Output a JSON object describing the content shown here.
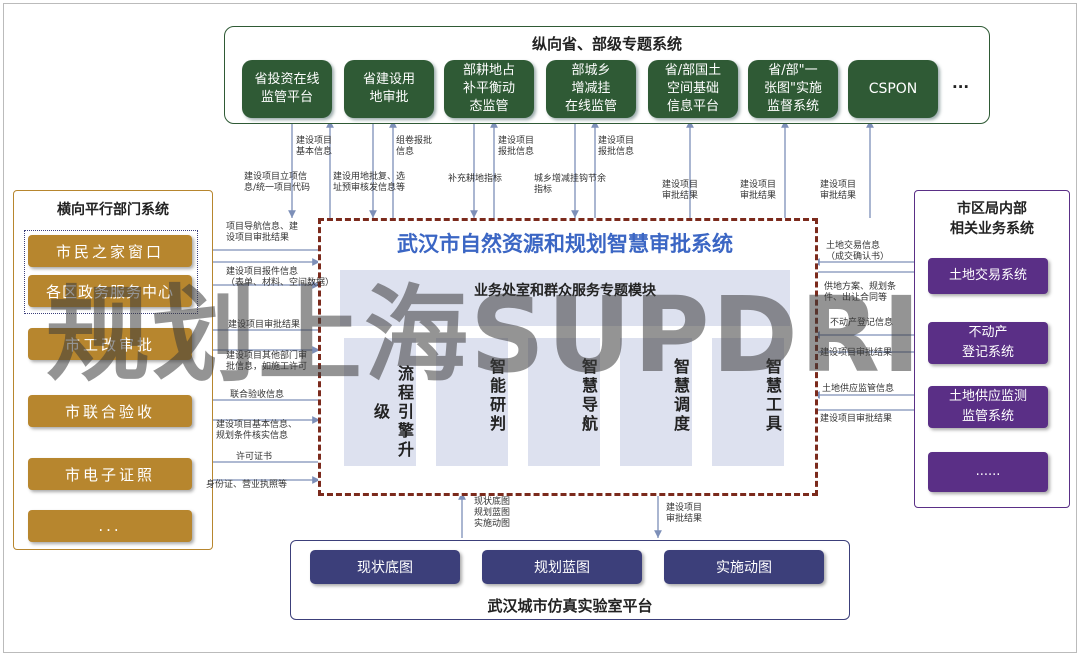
{
  "top_panel": {
    "title": "纵向省、部级专题系统",
    "items": [
      "省投资在线\n监管平台",
      "省建设用\n地审批",
      "部耕地占\n补平衡动\n态监管",
      "部城乡\n增减挂\n在线监管",
      "省/部国土\n空间基础\n信息平台",
      "省/部\"一\n张图\"实施\n监督系统",
      "CSPON"
    ],
    "more": "..."
  },
  "left_panel": {
    "title": "横向平行部门系统",
    "items": [
      "市民之家窗口",
      "各区政务服务中心",
      "市工改审批",
      "市联合验收",
      "市电子证照",
      "..."
    ]
  },
  "right_panel": {
    "title": "市区局内部\n相关业务系统",
    "items": [
      "土地交易系统",
      "不动产\n登记系统",
      "土地供应监测\n监管系统",
      "......"
    ]
  },
  "center": {
    "title": "武汉市自然资源和规划智慧审批系统",
    "subtitle": "业务处室和群众服务专题模块",
    "modules": [
      "流程引擎升级",
      "智能研判",
      "智慧导航",
      "智慧调度",
      "智慧工具"
    ]
  },
  "bottom_panel": {
    "title": "武汉城市仿真实验室平台",
    "items": [
      "现状底图",
      "规划蓝图",
      "实施动图"
    ]
  },
  "labels": {
    "t1": "建设项目\n基本信息",
    "t2": "组卷报批\n信息",
    "t3": "建设项目\n报批信息",
    "t4": "建设项目\n报批信息",
    "t5": "建设项目立项信\n息/统一项目代码",
    "t6": "建设用地批复、选\n址预审核发信息等",
    "t7": "补充耕地指标",
    "t8": "城乡增减挂钩节余\n指标",
    "t9": "建设项目\n审批结果",
    "t10": "建设项目\n审批结果",
    "t11": "建设项目\n审批结果",
    "l1": "项目导航信息、建\n设项目审批结果",
    "l2": "建设项目报件信息\n（表单、材料、空间数据）",
    "l3": "建设项目审批结果",
    "l4": "建设项目其他部门审\n批信息，如施工许可",
    "l5": "联合验收信息",
    "l6": "建设项目基本信息、\n规划条件核实信息",
    "l7": "许可证书",
    "l8": "身份证、营业执照等",
    "r1": "土地交易信息\n（成交确认书）",
    "r2": "供地方案、规划条\n件、出让合同等",
    "r3": "不动产登记信息",
    "r4": "建设项目审批结果",
    "r5": "土地供应监管信息",
    "r6": "建设项目审批结果",
    "b1": "现状底图\n规划蓝图\n实施动图",
    "b2": "建设项目\n审批结果"
  },
  "watermark": "规划上海SUPDRI",
  "colors": {
    "green_button": "#2f5a35",
    "orange_button": "#b7862e",
    "purple_button": "#5a2f86",
    "navy_button": "#3c3f7a",
    "center_border": "#7b2a1c",
    "center_title": "#3b66c4"
  }
}
